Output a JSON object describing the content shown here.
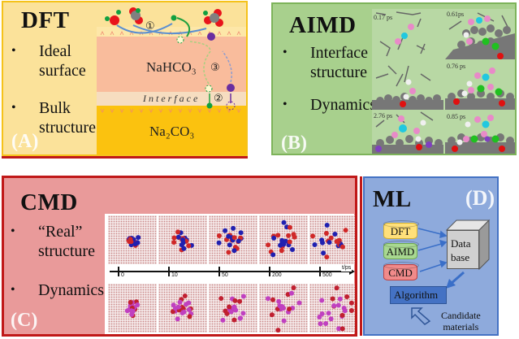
{
  "panels": {
    "A": {
      "title": "DFT",
      "letter": "(A)",
      "bullets": [
        "Ideal surface",
        "Bulk structure"
      ],
      "bullet_lines": [
        [
          "Ideal",
          "surface"
        ],
        [
          "Bulk",
          "structure"
        ]
      ],
      "layers": {
        "top": "NaHCO₃",
        "interface": "Interface",
        "bottom": "Na₂CO₃"
      },
      "steps": [
        "①",
        "②",
        "③"
      ],
      "colors": {
        "background": "#fbe29a",
        "border": "#f5c21a",
        "nahco3": "#f9bc9c",
        "na2co3": "#fbc20f"
      }
    },
    "B": {
      "title": "AIMD",
      "letter": "(B)",
      "bullet_lines": [
        [
          "Interface",
          "structure"
        ],
        [
          "Dynamics"
        ]
      ],
      "frames": [
        "0.17 ps",
        "0.61ps",
        "0.76 ps",
        "0.85 ps",
        "2.76 ps"
      ],
      "colors": {
        "background": "#a8d08d",
        "border": "#7db35a"
      }
    },
    "C": {
      "title": "CMD",
      "letter": "(C)",
      "bullet_lines": [
        [
          "“Real”",
          "structure"
        ],
        [
          "Dynamics"
        ]
      ],
      "time_axis_label": "t/ps",
      "time_ticks": [
        "0",
        "10",
        "50",
        "200",
        "500"
      ],
      "colors": {
        "background": "#e99a9a",
        "border": "#c01818"
      }
    },
    "D": {
      "title": "ML",
      "letter": "(D)",
      "sources": [
        "DFT",
        "AIMD",
        "CMD"
      ],
      "database_lines": [
        "Data",
        "base"
      ],
      "algorithm": "Algorithm",
      "candidate_lines": [
        "Candidate",
        "materials"
      ],
      "colors": {
        "background": "#8eaadc",
        "border": "#4472c4",
        "dft": "#ffe07a",
        "aimd": "#a8d890",
        "cmd": "#f08a8a"
      }
    }
  }
}
